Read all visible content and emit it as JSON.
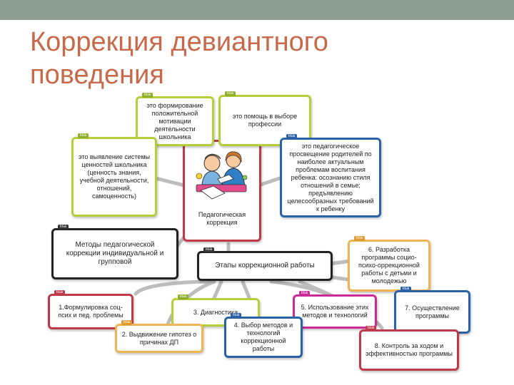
{
  "slide": {
    "title": "Коррекция девиантного поведения",
    "topbar_color": "#8c9d8f",
    "title_color": "#c8694a"
  },
  "center": {
    "label": "Педагогическая коррекция",
    "tag": "lisa",
    "image": "teacher-and-student-clipart"
  },
  "nodes": {
    "formation": {
      "tag": "lisa",
      "text": "это формирование положительной мотивации деятельности школьника"
    },
    "career": {
      "tag": "lisa",
      "text": "это помощь в выборе профессии"
    },
    "values": {
      "tag": "lisa",
      "text": "это выявление системы ценностей школьника (ценность знания, учебной деятельности, отношений, самоценность)"
    },
    "parents": {
      "tag": "lisa",
      "text": "это педагогическое просвещение родителей по наиболее актуальным проблемам воспитания ребенка: осознанию стиля отношений в семье; предъявлению целесообразных требований к ребенку"
    },
    "methods": {
      "tag": "lisa",
      "text": "Методы педагогической коррекции индивидуальной и групповой"
    },
    "stages": {
      "tag": "lisa",
      "text": "Этапы коррекционной работы"
    },
    "step1": {
      "tag": "lisa",
      "text": "1.Формулировка соц-псих и пед. проблемы"
    },
    "step2": {
      "tag": "lisa",
      "text": "2. Выдвижение гипотез о причинах ДП"
    },
    "step3": {
      "tag": "lisa",
      "text": "3. Диагностика"
    },
    "step4": {
      "tag": "lisa",
      "text": "4. Выбор методов и технологий коррекционной работы"
    },
    "step5": {
      "tag": "lisa",
      "text": "5. Использование этих методов и технологий"
    },
    "step6": {
      "tag": "lisa",
      "text": "6. Разработка программы социо-психо-оррекционной работы с детьми и молодежью"
    },
    "step7": {
      "tag": "lisa",
      "text": "7. Осуществление программы"
    },
    "step8": {
      "tag": "lisa",
      "text": "8. Контроль за ходом и эффективностью программы"
    }
  },
  "colors": {
    "green": "#b5cf3a",
    "blue": "#2a62a8",
    "black": "#222222",
    "red": "#c03b4a",
    "orange": "#f0b455",
    "magenta": "#cc2a98",
    "connector": "#bdbdbd"
  }
}
